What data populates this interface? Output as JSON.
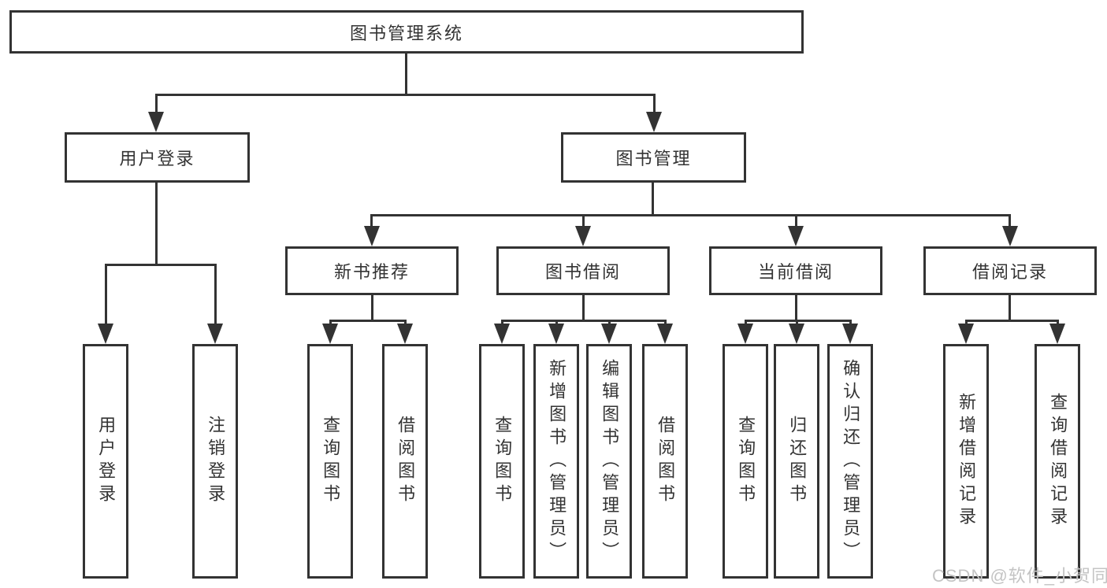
{
  "colors": {
    "line": "#333333",
    "text": "#333333",
    "box_background": "#ffffff",
    "watermark": "#c4c4c4",
    "page_background": "#ffffff"
  },
  "watermark": "CSDN @软件_小贺同学",
  "tree": {
    "root": "图书管理系统",
    "login": {
      "label": "用户登录",
      "children": [
        "用户登录",
        "注销登录"
      ]
    },
    "management": {
      "label": "图书管理",
      "children": [
        {
          "label": "新书推荐",
          "children": [
            "查询图书",
            "借阅图书"
          ]
        },
        {
          "label": "图书借阅",
          "children": [
            "查询图书",
            "新增图书（管理员）",
            "编辑图书（管理员）",
            "借阅图书"
          ]
        },
        {
          "label": "当前借阅",
          "children": [
            "查询图书",
            "归还图书",
            "确认归还（管理员）"
          ]
        },
        {
          "label": "借阅记录",
          "children": [
            "新增借阅记录",
            "查询借阅记录"
          ]
        }
      ]
    }
  }
}
